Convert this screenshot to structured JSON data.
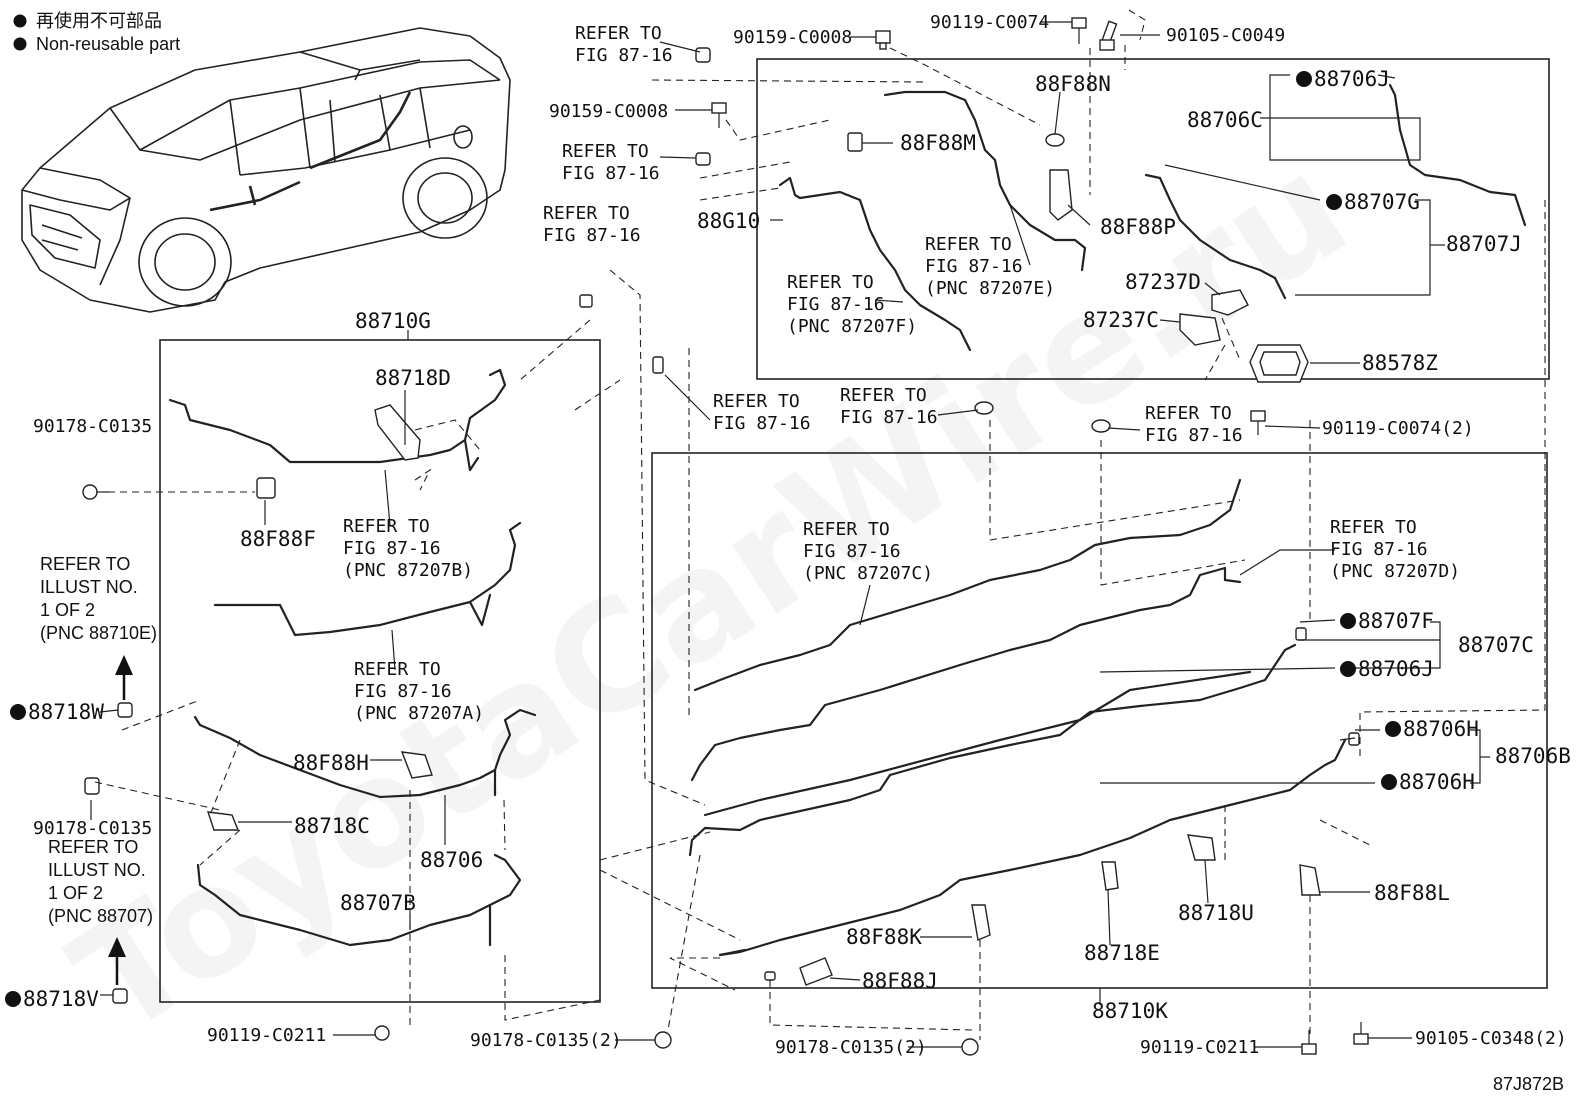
{
  "legend": {
    "jp": "再使用不可部品",
    "en": "Non-reusable part"
  },
  "watermark": "ToyotaCarWire.ru",
  "diagram_code": "87J872B",
  "refer_text": [
    "REFER TO",
    "FIG 87-16"
  ],
  "illust_e": [
    "REFER TO",
    "ILLUST NO.",
    "1 OF 2",
    "(PNC 88710E)"
  ],
  "illust_7": [
    "REFER TO",
    "ILLUST NO.",
    "1 OF 2",
    "(PNC 88707)"
  ],
  "parts": {
    "p90159a": "90159-C0008",
    "p90159b": "90159-C0008",
    "p90119a": "90119-C0074",
    "p90105a": "90105-C0049",
    "p88F88N": "88F88N",
    "p88F88M": "88F88M",
    "p88F88P": "88F88P",
    "p88G10": "88G10",
    "p88706J_top": "88706J",
    "p88706C": "88706C",
    "p88707G": "88707G",
    "p88707J": "88707J",
    "p87237D": "87237D",
    "p87237C": "87237C",
    "p88578Z": "88578Z",
    "p90119b": "90119-C0074(2)",
    "p88710G": "88710G",
    "p88718D": "88718D",
    "p90178a": "90178-C0135",
    "p88F88F": "88F88F",
    "p88718W": "88718W",
    "p88F88H": "88F88H",
    "p88718C": "88718C",
    "p90178b": "90178-C0135",
    "p88706": "88706",
    "p88707B": "88707B",
    "p88718V": "88718V",
    "p90119c": "90119-C0211",
    "p90178c": "90178-C0135(2)",
    "p88707F": "88707F",
    "p88707C": "88707C",
    "p88706J_mid": "88706J",
    "p88706H_a": "88706H",
    "p88706B": "88706B",
    "p88706H_b": "88706H",
    "p88F88K": "88F88K",
    "p88F88J": "88F88J",
    "p88718E": "88718E",
    "p88718U": "88718U",
    "p88F88L": "88F88L",
    "p88710K": "88710K",
    "p90178d": "90178-C0135(2)",
    "p90119d": "90119-C0211",
    "p90105b": "90105-C0348(2)"
  },
  "pnc": {
    "e": "(PNC 87207E)",
    "f": "(PNC 87207F)",
    "b": "(PNC 87207B)",
    "a": "(PNC 87207A)",
    "c": "(PNC 87207C)",
    "d": "(PNC 87207D)"
  }
}
